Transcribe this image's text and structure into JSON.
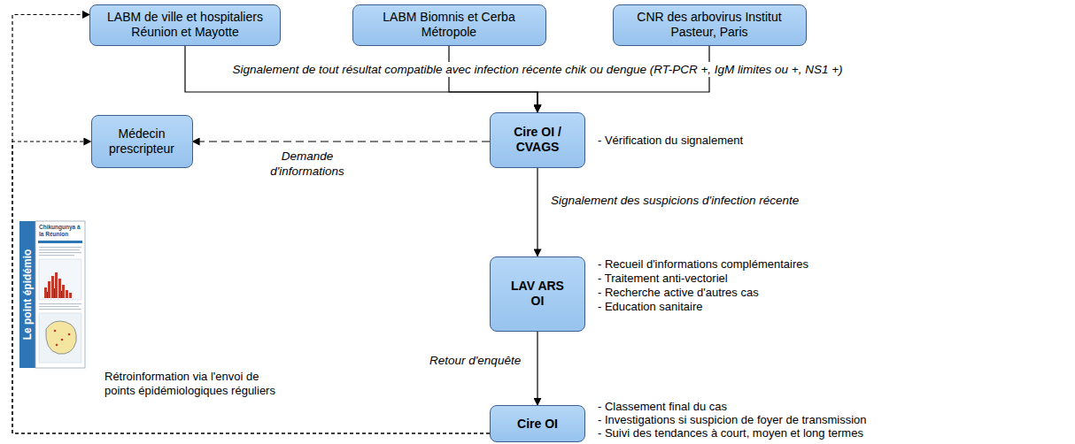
{
  "diagram": {
    "nodes": [
      {
        "text": [
          "LABM de ville et hospitaliers Réunion et Mayotte"
        ]
      },
      {
        "text": [
          "LABM Biomnis et Cerba Métropole"
        ]
      },
      {
        "text": [
          "CNR des arbovirus Institut Pasteur, Paris"
        ]
      },
      {
        "text": [
          "Médecin prescripteur"
        ]
      },
      {
        "text": [
          "Cire OI / CVAGS"
        ]
      },
      {
        "text": [
          "LAV ARS OI"
        ]
      },
      {
        "text": [
          "Cire OI"
        ]
      }
    ],
    "edges": [
      {
        "from": 0,
        "to": 4,
        "arrow": "to"
      },
      {
        "from": 1,
        "to": 4,
        "arrow": "to",
        "label": "Signalement de tout résultat compatible avec infection récente chik ou dengue (RT-PCR +, IgM limites ou +, NS1 +)"
      },
      {
        "from": 2,
        "to": 4,
        "arrow": "to"
      },
      {
        "from": 4,
        "to": 3,
        "arrow": "to",
        "label": "Demande d'informations"
      },
      {
        "from": 4,
        "to": 5,
        "arrow": "to",
        "label": "Signalement des suspicions d'infection récente"
      },
      {
        "from": 5,
        "to": 6,
        "arrow": "to",
        "label": "Retour d'enquête"
      },
      {
        "from": 6,
        "to": 0,
        "arrow": "to"
      },
      {
        "from": 6,
        "to": 3,
        "arrow": "to"
      }
    ],
    "labels": [
      "- Vérification du signalement",
      "- Recueil d'informations complémentaires",
      "- Traitement anti-vectoriel",
      "- Recherche active d'autres cas",
      "- Education sanitaire",
      "- Classement final du cas",
      "- Investigations si suspicion de foyer de transmission",
      "- Suivi des tendances à court, moyen et long termes",
      "Rétroinformation via l'envoi de points épidémiologiques réguliers",
      "Le point épidémio",
      "Chikungunya à la Réunion"
    ]
  }
}
